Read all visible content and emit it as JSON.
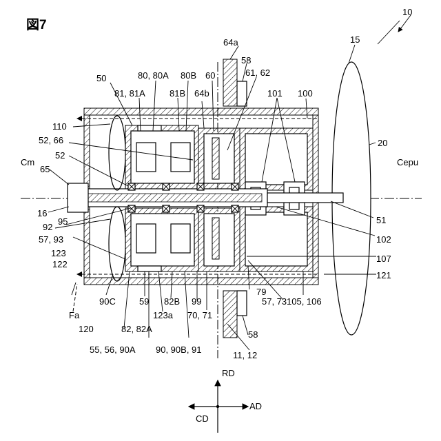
{
  "figure_title": "図7",
  "labels": {
    "l10": "10",
    "l15": "15",
    "l20": "20",
    "l50": "50",
    "l58top": "58",
    "l64a": "64a",
    "l60": "60",
    "l61_62": "61, 62",
    "l80_80A": "80, 80A",
    "l80B": "80B",
    "l81_81A": "81, 81A",
    "l81B": "81B",
    "l64b": "64b",
    "l101": "101",
    "l100": "100",
    "l110": "110",
    "l52_66": "52, 66",
    "l52": "52",
    "lCm": "Cm",
    "l65": "65",
    "lCepu": "Cepu",
    "l16": "16",
    "l95": "95",
    "l51": "51",
    "l92": "92",
    "l102": "102",
    "l57_93": "57, 93",
    "l123": "123",
    "l107": "107",
    "l122": "122",
    "l121": "121",
    "l79": "79",
    "l90C": "90C",
    "l59": "59",
    "l82B": "82B",
    "l99": "99",
    "l123a": "123a",
    "l70_71": "70, 71",
    "l57_73": "57, 73",
    "l105_106": "105, 106",
    "lFa": "Fa",
    "l120": "120",
    "l82_82A": "82, 82A",
    "l58bot": "58",
    "l55": "55, 56, 90A",
    "l90": "90, 90B, 91",
    "l11_12": "11, 12",
    "lRD": "RD",
    "lCD": "CD",
    "lAD": "AD"
  }
}
